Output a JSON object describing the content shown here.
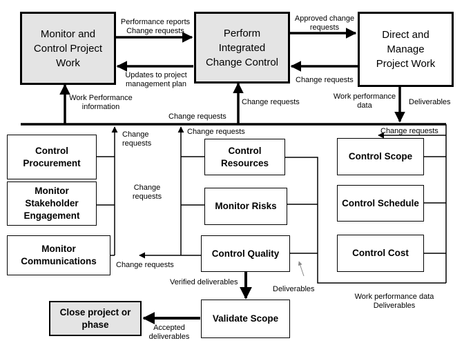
{
  "processes": {
    "monitor_control": "Monitor and\nControl Project\nWork",
    "perform_icc": "Perform\nIntegrated\nChange Control",
    "direct_manage": "Direct and\nManage\nProject Work",
    "control_procurement": "Control\nProcurement",
    "monitor_stakeholder": "Monitor\nStakeholder\nEngagement",
    "monitor_communications": "Monitor\nCommunications",
    "control_resources": "Control\nResources",
    "monitor_risks": "Monitor Risks",
    "control_quality": "Control Quality",
    "control_scope": "Control Scope",
    "control_schedule": "Control Schedule",
    "control_cost": "Control Cost",
    "validate_scope": "Validate Scope",
    "close_project": "Close project or\nphase"
  },
  "flows": {
    "performance_reports": "Performance reports\nChange requests",
    "approved_change_requests": "Approved change\nrequests",
    "updates_to_plan": "Updates to project\nmanagement plan",
    "change_requests_from_direct": "Change requests",
    "work_performance_information": "Work Performance\ninformation",
    "change_requests_up": "Change requests",
    "change_requests_bus": "Change requests",
    "work_performance_data_top": "Work performance\ndata",
    "deliverables_top": "Deliverables",
    "change_requests_right": "Change requests",
    "change_requests_mid_top": "Change requests",
    "change_requests_left_upper": "Change\nrequests",
    "change_requests_left_lower": "Change\nrequests",
    "change_requests_bottom": "Change requests",
    "verified_deliverables": "Verified deliverables",
    "deliverables_bottom": "Deliverables",
    "work_performance_data_bottom": "Work performance data\nDeliverables",
    "accepted_deliverables": "Accepted\ndeliverables"
  }
}
